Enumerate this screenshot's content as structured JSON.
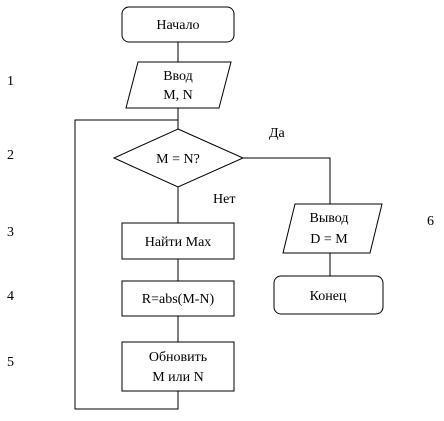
{
  "steps": {
    "s1": "1",
    "s2": "2",
    "s3": "3",
    "s4": "4",
    "s5": "5",
    "s6": "6"
  },
  "nodes": {
    "start": "Начало",
    "input_1": "Ввод",
    "input_2": "M, N",
    "decision": "M = N?",
    "find_max": "Найти Max",
    "abs_step": "R=abs(M-N)",
    "update_1": "Обновить",
    "update_2": "M или N",
    "output_1": "Вывод",
    "output_2": "D = M",
    "end": "Конец"
  },
  "branches": {
    "yes": "Да",
    "no": "Нет"
  }
}
